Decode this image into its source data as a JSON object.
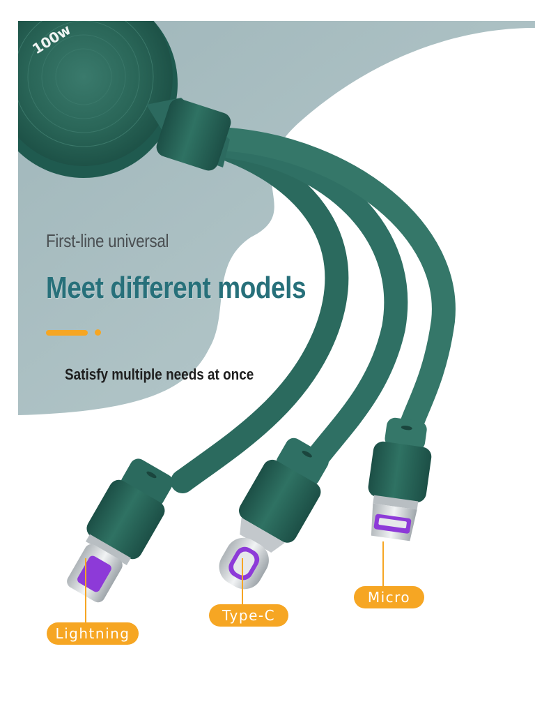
{
  "product": {
    "dial_label": "100w"
  },
  "copy": {
    "subtitle": "First-line universal",
    "headline": "Meet different models",
    "tagline": "Satisfy multiple needs at once"
  },
  "connectors": [
    {
      "label": "Lightning"
    },
    {
      "label": "Type-C"
    },
    {
      "label": "Micro"
    }
  ],
  "colors": {
    "background": "#ffffff",
    "backdrop_panel": "#a9bec1",
    "cable_green": "#2c6a5f",
    "cable_dark": "#1f5a4f",
    "accent_orange": "#f6a623",
    "headline_teal": "#27707a",
    "pin_purple": "#8d3ad8",
    "metal": "#d4d8db"
  }
}
